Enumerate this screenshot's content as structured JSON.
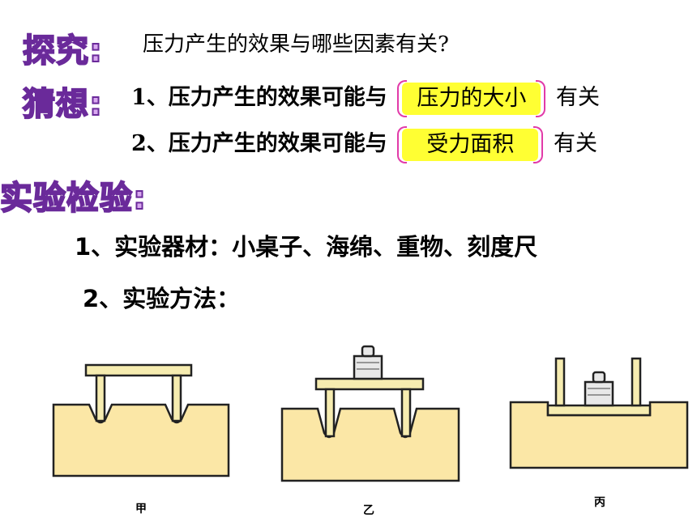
{
  "explore": {
    "label": "探究:",
    "text": "压力产生的效果与哪些因素有关?"
  },
  "guess": {
    "label": "猜想:",
    "items": [
      {
        "prefix": "1、压力产生的效果可能与",
        "answer": "压力的大小",
        "suffix": "有关"
      },
      {
        "prefix": "2、压力产生的效果可能与",
        "answer": "受力面积",
        "suffix": "有关"
      }
    ]
  },
  "experiment": {
    "label": "实验检验:",
    "materials": "1、实验器材：小桌子、海绵、重物、刻度尺",
    "method": "2、实验方法："
  },
  "figures": {
    "captions": [
      "甲",
      "乙",
      "丙"
    ]
  },
  "colors": {
    "heading_fill": "#d9a8f0",
    "heading_stroke": "#6a2a9a",
    "answer_fill": "#ffff33",
    "bracket": "#e23aa8",
    "sponge": "#fbe7a6",
    "table": "#f6ecb0"
  }
}
